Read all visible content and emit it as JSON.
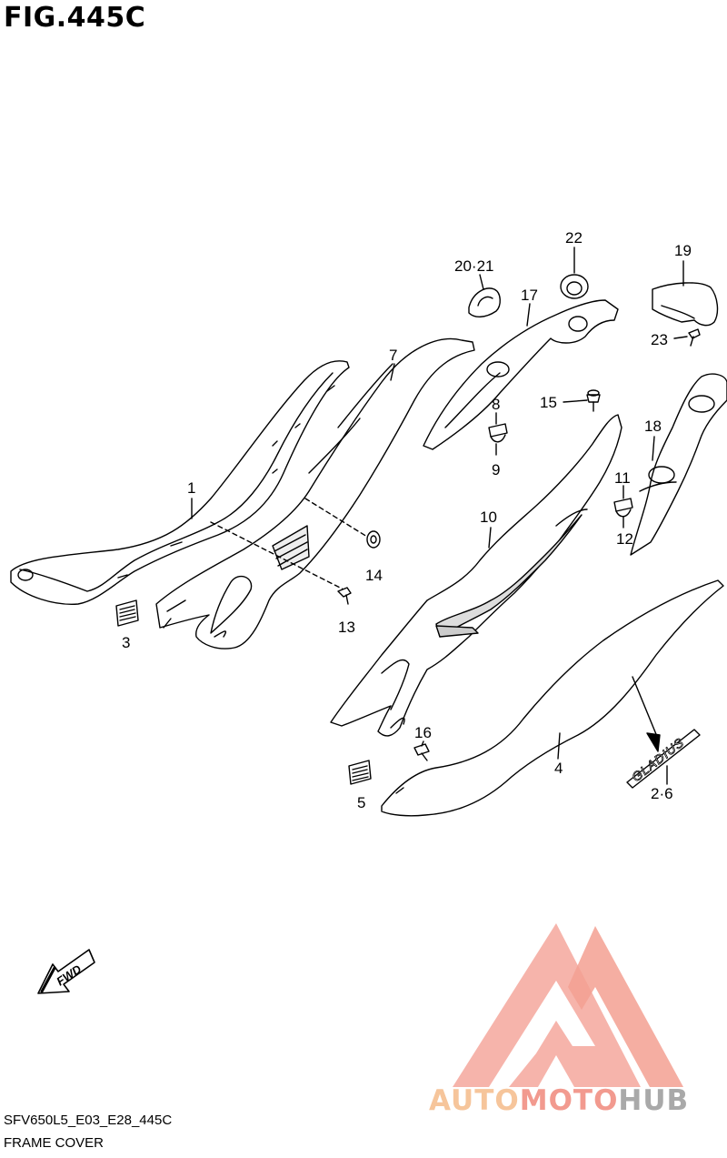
{
  "figure": {
    "title": "FIG.445C",
    "model_code": "SFV650L5_E03_E28_445C",
    "section_name": "FRAME COVER"
  },
  "callouts": {
    "c1": "1",
    "c3": "3",
    "c7": "7",
    "c14": "14",
    "c13": "13",
    "c2021": "20·21",
    "c22": "22",
    "c17": "17",
    "c19": "19",
    "c23": "23",
    "c8": "8",
    "c9": "9",
    "c15": "15",
    "c18": "18",
    "c11": "11",
    "c12": "12",
    "c10": "10",
    "c16": "16",
    "c4": "4",
    "c5": "5",
    "c26": "2·6"
  },
  "emblem_text": "GLADIUS",
  "fwd_label": "FWD",
  "watermark": {
    "part1": "AUTO",
    "part2": "MOTO",
    "part3": "HUB",
    "colors": {
      "orange": "#f6c59b",
      "red": "#f29a8f",
      "gray": "#a9a9a9"
    }
  }
}
